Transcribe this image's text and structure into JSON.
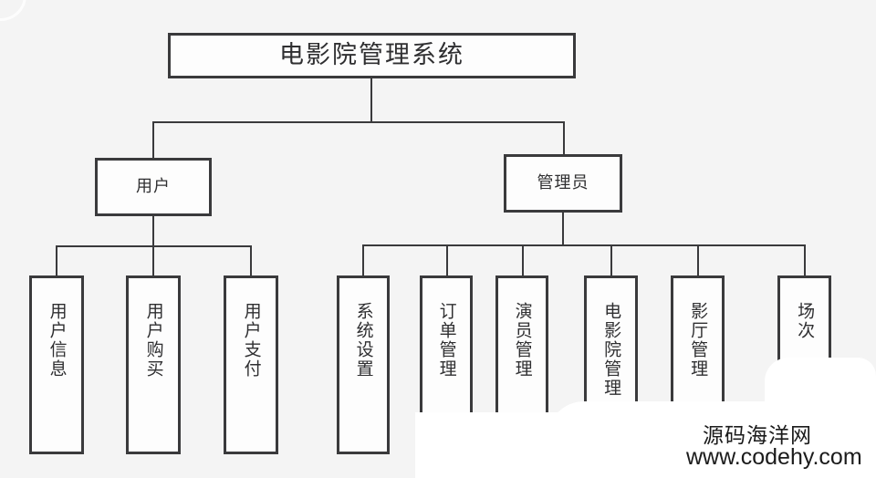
{
  "diagram": {
    "title": "电影院管理系统",
    "root": {
      "label": "电影院管理系统"
    },
    "branches": [
      {
        "label": "用户"
      },
      {
        "label": "管理员"
      }
    ],
    "user_leaves": [
      {
        "label": "用户信息"
      },
      {
        "label": "用户购买"
      },
      {
        "label": "用户支付"
      }
    ],
    "admin_leaves": [
      {
        "label": "系统设置"
      },
      {
        "label": "订单管理"
      },
      {
        "label": "演员管理"
      },
      {
        "label": "电影院管理"
      },
      {
        "label": "影厅管理"
      },
      {
        "label": "场次"
      }
    ]
  },
  "watermark": {
    "site_name": "源码海洋网",
    "url": "www.codehy.com"
  },
  "colors": {
    "background": "#f4f4f4",
    "box_fill": "#fdfdfd",
    "stroke": "#3a3a3c",
    "text": "#2f2f31",
    "overlay": "#ffffff"
  }
}
